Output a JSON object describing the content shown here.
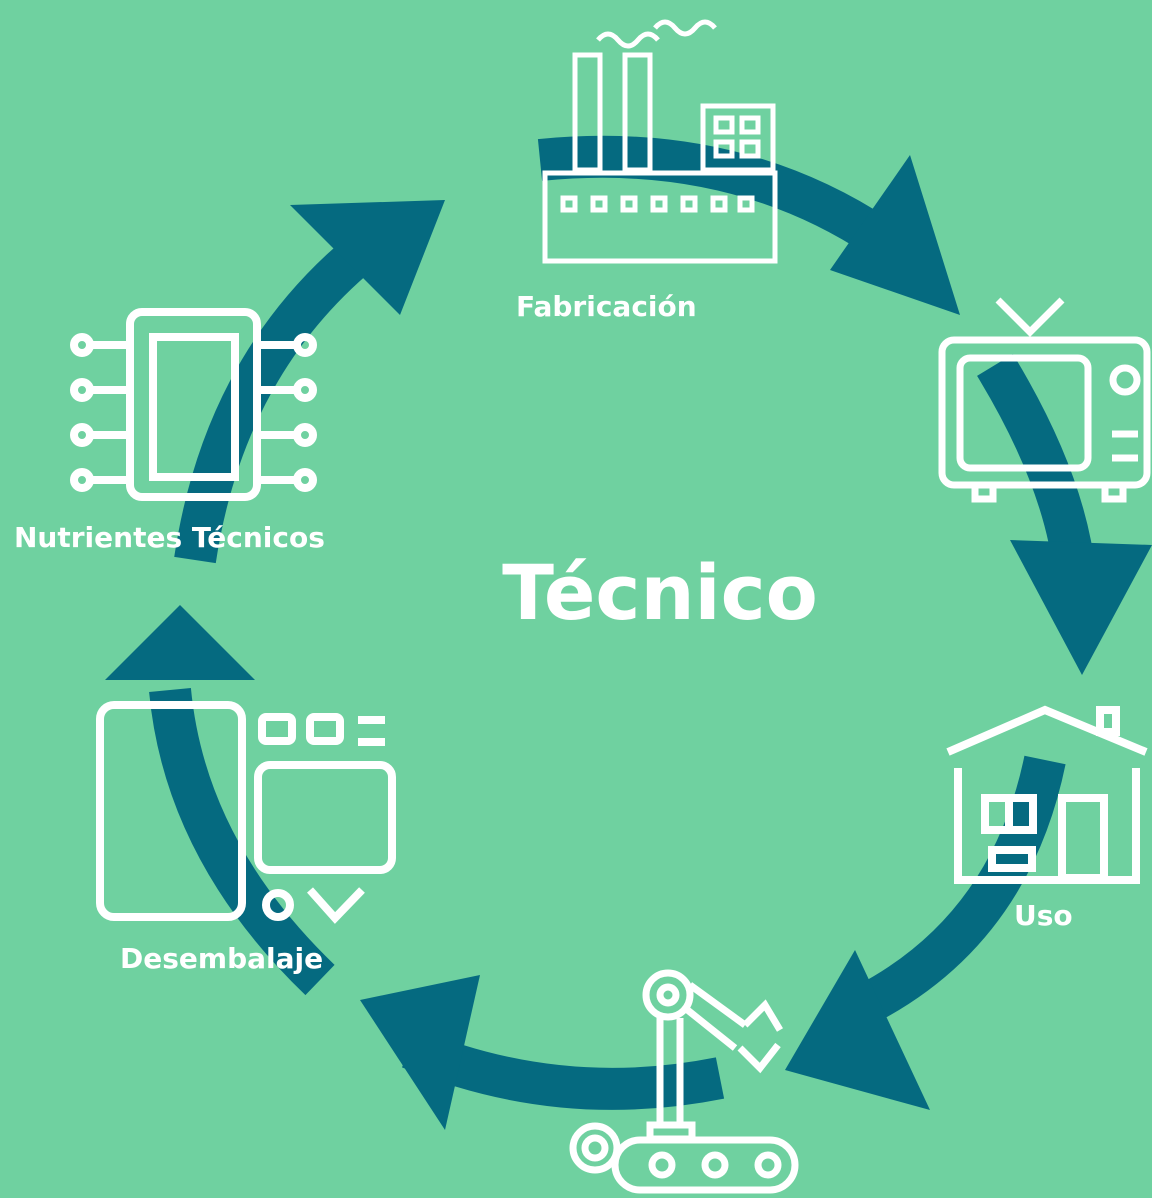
{
  "title": "Técnico",
  "stages": {
    "fabricacion": {
      "label": "Fabricación",
      "icon": "factory-icon"
    },
    "uso": {
      "label": "Uso",
      "icon": "house-icon"
    },
    "reparacion": {
      "label": "",
      "icon": "robot-arm-icon"
    },
    "desembalaje": {
      "label": "Desembalaje",
      "icon": "device-disassembly-icon"
    },
    "nutrientes": {
      "label": "Nutrientes Técnicos",
      "icon": "microchip-icon"
    },
    "tv": {
      "label": "",
      "icon": "tv-icon"
    }
  },
  "colors": {
    "background": "#6fd1a0",
    "arrow": "#056a80",
    "icon": "#ffffff",
    "text": "#ffffff"
  }
}
